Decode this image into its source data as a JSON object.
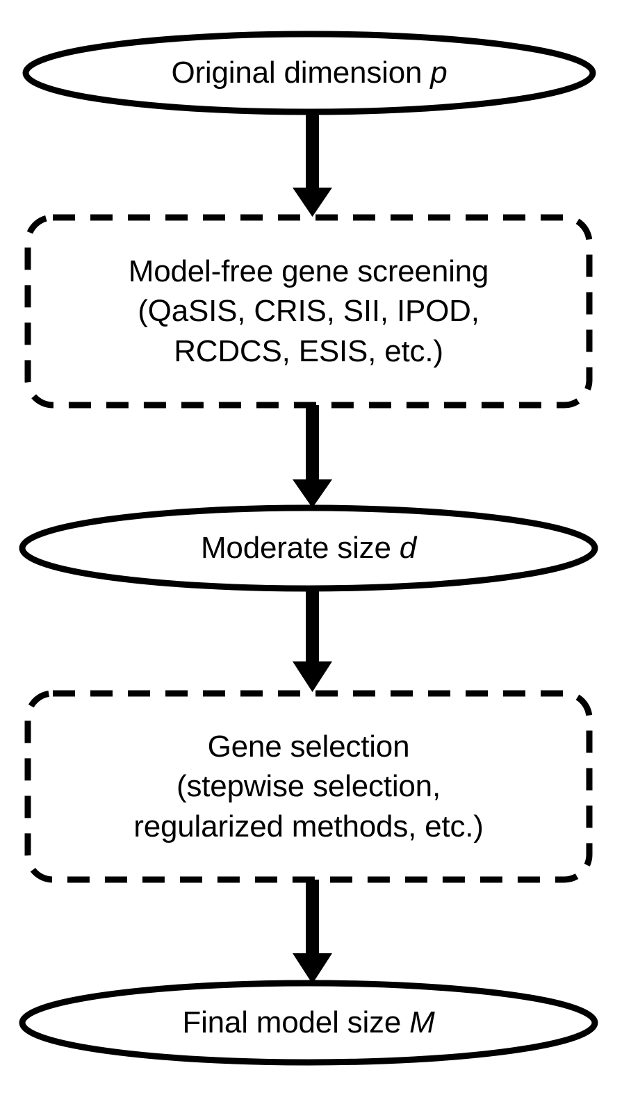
{
  "diagram": {
    "title": "Two-stage gene screening and selection flowchart",
    "colors": {
      "stroke": "#000000",
      "fill": "#ffffff",
      "background": "#ffffff"
    },
    "nodes": [
      {
        "id": "original-dimension",
        "shape": "ellipse",
        "style": "solid",
        "lines": [
          {
            "text": "Original dimension ",
            "italic_tail": "p"
          }
        ],
        "label_plain": "Original dimension p"
      },
      {
        "id": "model-free-gene-screening",
        "shape": "rounded-rectangle",
        "style": "dashed",
        "lines": [
          {
            "text": "Model-free gene screening",
            "italic_tail": ""
          },
          {
            "text": "(QaSIS, CRIS, SII, IPOD,",
            "italic_tail": ""
          },
          {
            "text": "RCDCS, ESIS, etc.)",
            "italic_tail": ""
          }
        ],
        "label_plain": "Model-free gene screening (QaSIS, CRIS, SII, IPOD, RCDCS, ESIS, etc.)"
      },
      {
        "id": "moderate-size",
        "shape": "ellipse",
        "style": "solid",
        "lines": [
          {
            "text": "Moderate size ",
            "italic_tail": "d"
          }
        ],
        "label_plain": "Moderate size d"
      },
      {
        "id": "gene-selection",
        "shape": "rounded-rectangle",
        "style": "dashed",
        "lines": [
          {
            "text": "Gene selection",
            "italic_tail": ""
          },
          {
            "text": "(stepwise selection,",
            "italic_tail": ""
          },
          {
            "text": "regularized methods, etc.)",
            "italic_tail": ""
          }
        ],
        "label_plain": "Gene selection (stepwise selection, regularized methods, etc.)"
      },
      {
        "id": "final-model-size",
        "shape": "ellipse",
        "style": "solid",
        "lines": [
          {
            "text": "Final model size ",
            "italic_tail": "M"
          }
        ],
        "label_plain": "Final model size M"
      }
    ],
    "connectors": [
      {
        "id": "arrow-1",
        "from": "original-dimension",
        "to": "model-free-gene-screening",
        "direction": "down"
      },
      {
        "id": "arrow-2",
        "from": "model-free-gene-screening",
        "to": "moderate-size",
        "direction": "down"
      },
      {
        "id": "arrow-3",
        "from": "moderate-size",
        "to": "gene-selection",
        "direction": "down"
      },
      {
        "id": "arrow-4",
        "from": "gene-selection",
        "to": "final-model-size",
        "direction": "down"
      }
    ]
  }
}
